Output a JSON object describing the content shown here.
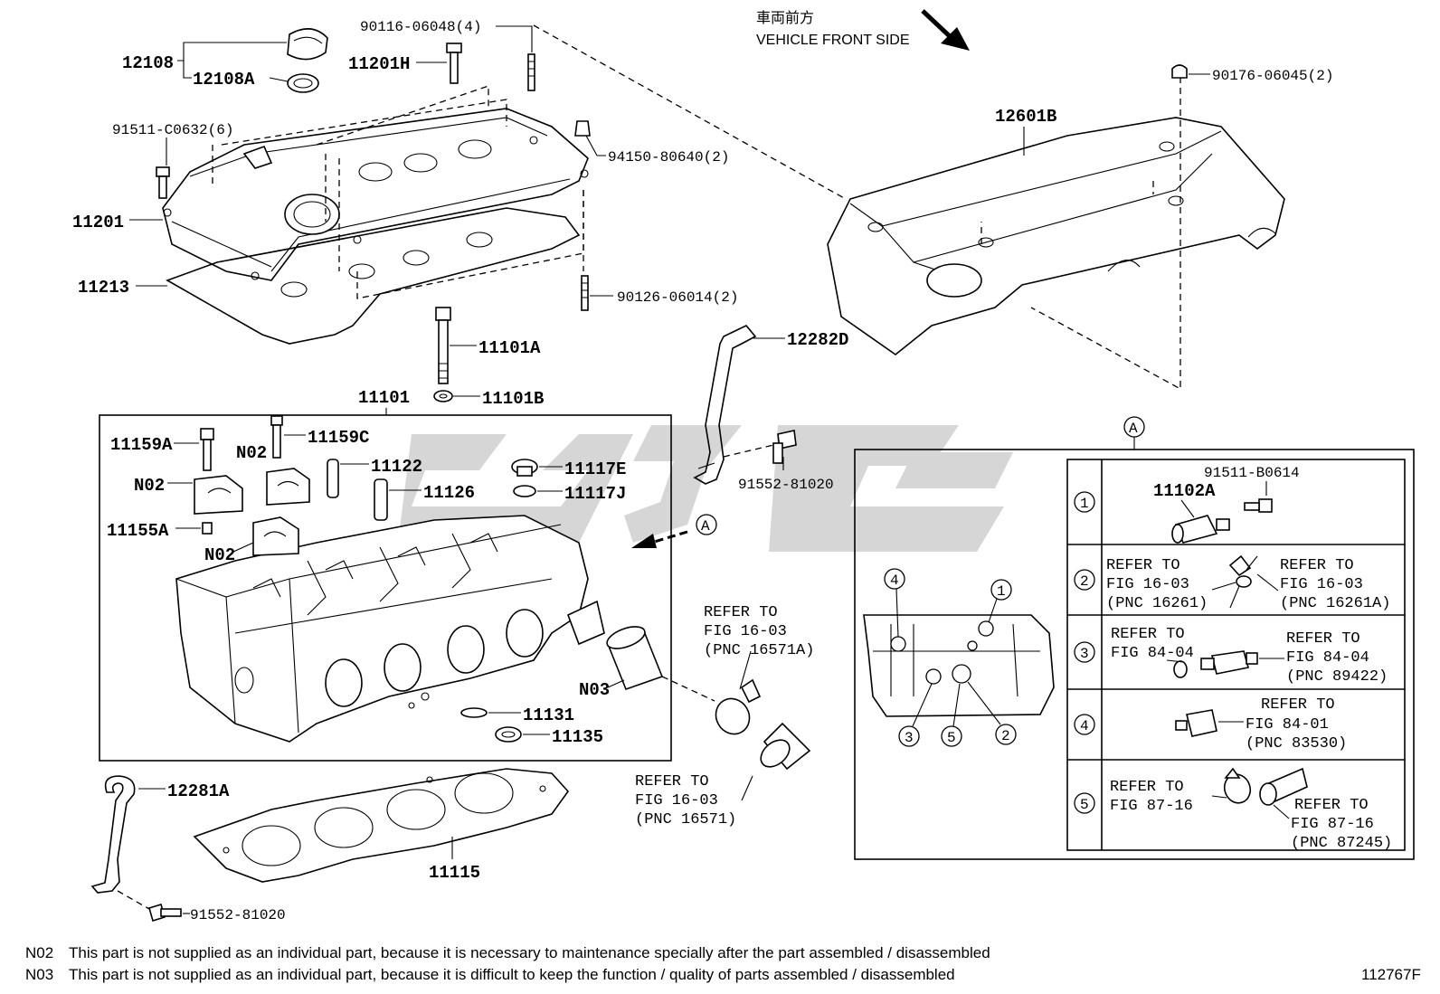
{
  "header": {
    "front_side_jp": "車両前方",
    "front_side_en": "VEHICLE FRONT SIDE"
  },
  "labels": {
    "l12108": "12108",
    "l12108A": "12108A",
    "l90116": "90116-06048(4)",
    "l11201H": "11201H",
    "l91511c": "91511-C0632(6)",
    "l94150": "94150-80640(2)",
    "l11201": "11201",
    "l11213": "11213",
    "l90126": "90126-06014(2)",
    "l11101A": "11101A",
    "l11101B": "11101B",
    "l11101": "11101",
    "l90176": "90176-06045(2)",
    "l12601B": "12601B",
    "l12282D": "12282D",
    "l91552a": "91552-81020",
    "l11159A": "11159A",
    "l11159C": "11159C",
    "lN02a": "N02",
    "lN02b": "N02",
    "lN02c": "N02",
    "l11122": "11122",
    "l11126": "11126",
    "l11117E": "11117E",
    "l11117J": "11117J",
    "l11155A": "11155A",
    "lN03": "N03",
    "l11131": "11131",
    "l11135": "11135",
    "l12281A": "12281A",
    "l11115": "11115",
    "l91552b": "91552-81020",
    "calloutA1": "A",
    "calloutA2": "A"
  },
  "refs": {
    "r1_1": "REFER TO",
    "r1_2": "FIG 16-03",
    "r1_3": "(PNC 16571A)",
    "r2_1": "REFER TO",
    "r2_2": "FIG 16-03",
    "r2_3": "(PNC 16571)"
  },
  "detail": {
    "row1_pn": "91511-B0614",
    "row1_part": "11102A",
    "row2_left_1": "REFER TO",
    "row2_left_2": "FIG 16-03",
    "row2_left_3": "(PNC 16261)",
    "row2_right_1": "REFER TO",
    "row2_right_2": "FIG 16-03",
    "row2_right_3": "(PNC 16261A)",
    "row3_left_1": "REFER TO",
    "row3_left_2": "FIG 84-04",
    "row3_right_1": "REFER TO",
    "row3_right_2": "FIG 84-04",
    "row3_right_3": "(PNC 89422)",
    "row4_1": "REFER TO",
    "row4_2": "FIG 84-01",
    "row4_3": "(PNC 83530)",
    "row5_left_1": "REFER TO",
    "row5_left_2": "FIG 87-16",
    "row5_right_1": "REFER TO",
    "row5_right_2": "FIG 87-16",
    "row5_right_3": "(PNC 87245)",
    "n1": "1",
    "n2": "2",
    "n3": "3",
    "n4": "4",
    "n5": "5"
  },
  "notes": {
    "n02_code": "N02",
    "n02_text": "This part is not supplied as an individual part, because it is necessary to maintenance specially after the part assembled / disassembled",
    "n03_code": "N03",
    "n03_text": "This part is not supplied as an individual part, because it is difficult to keep the function / quality of parts  assembled / disassembled"
  },
  "figure_code": "112767F"
}
